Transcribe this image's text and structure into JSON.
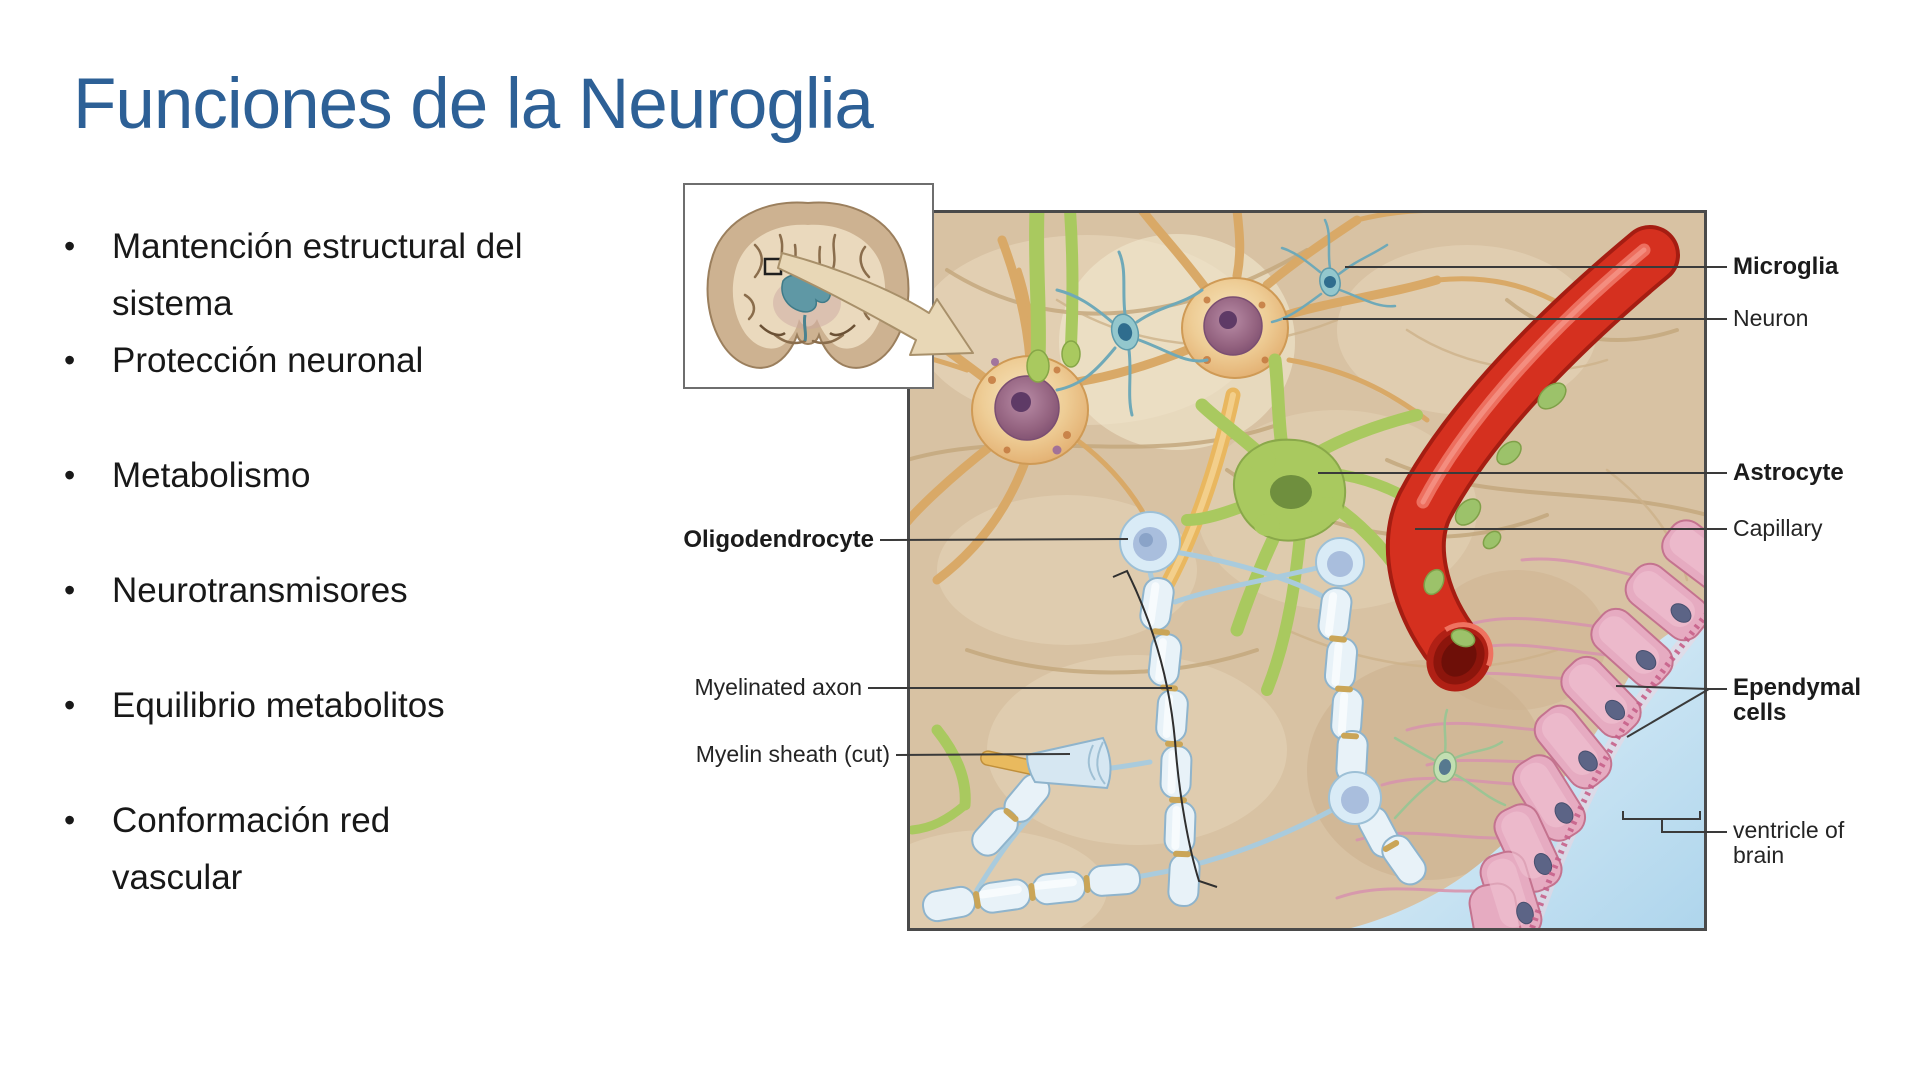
{
  "slide": {
    "title": "Funciones de la Neuroglia",
    "bullets": [
      "Mantención estructural del sistema",
      "Protección neuronal",
      "Metabolismo",
      "Neurotransmisores",
      "Equilibrio metabolitos",
      "Conformación red vascular"
    ]
  },
  "figure": {
    "left_labels": [
      {
        "text": "Oligodendrocyte",
        "bold": true
      },
      {
        "text": "Myelinated axon",
        "bold": false
      },
      {
        "text": "Myelin sheath (cut)",
        "bold": false
      }
    ],
    "right_labels": [
      {
        "text": "Microglia",
        "bold": true
      },
      {
        "text": "Neuron",
        "bold": false
      },
      {
        "text": "Astrocyte",
        "bold": true
      },
      {
        "text": "Capillary",
        "bold": false
      },
      {
        "text": "Ependymal cells",
        "bold": true
      },
      {
        "text": "ventricle of brain",
        "bold": false
      }
    ],
    "colors": {
      "title_blue": "#2d6096",
      "label_text": "#242424",
      "leader_line": "#3a3a3a",
      "frame_gray": "#4a4a4a",
      "tissue_tan": "#d8c2a3",
      "capillary_red": "#d5301f",
      "astrocyte_green": "#a9c95f",
      "myelin_blue": "#dcecf6",
      "microglia_teal": "#8fc6cc",
      "ependymal_pink": "#e2a1b9",
      "ventricle_blue": "#bfdef0"
    }
  }
}
